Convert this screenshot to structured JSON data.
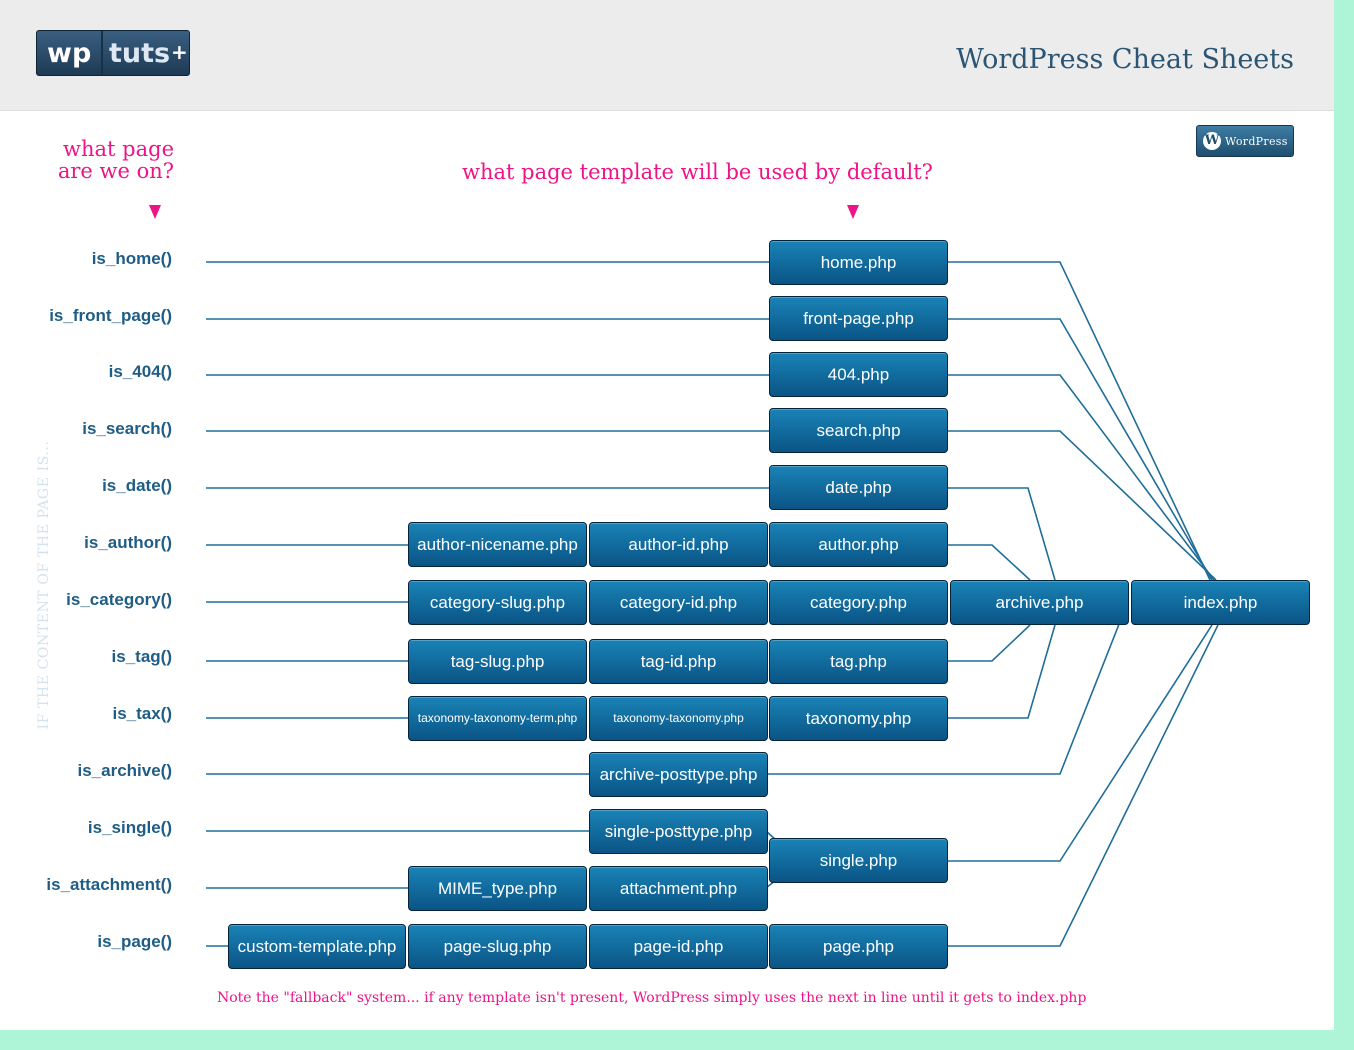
{
  "header": {
    "logo": {
      "wp": "wp",
      "tuts": "tuts",
      "plus": "+"
    },
    "title": "WordPress Cheat Sheets",
    "badge": {
      "w": "W",
      "text": "WordPress"
    }
  },
  "questions": {
    "left_line1": "what page",
    "left_line2": "are we on?",
    "mid": "what page template will be used by default?"
  },
  "vertical_label": "IF THE CONTENT OF THE PAGE IS...",
  "conditions": [
    "is_home()",
    "is_front_page()",
    "is_404()",
    "is_search()",
    "is_date()",
    "is_author()",
    "is_category()",
    "is_tag()",
    "is_tax()",
    "is_archive()",
    "is_single()",
    "is_attachment()",
    "is_page()"
  ],
  "templates": {
    "home": "home.php",
    "front_page": "front-page.php",
    "notfound": "404.php",
    "search": "search.php",
    "date": "date.php",
    "author_nicename": "author-nicename.php",
    "author_id": "author-id.php",
    "author": "author.php",
    "category_slug": "category-slug.php",
    "category_id": "category-id.php",
    "category": "category.php",
    "archive": "archive.php",
    "index": "index.php",
    "tag_slug": "tag-slug.php",
    "tag_id": "tag-id.php",
    "tag": "tag.php",
    "tax_term": "taxonomy-taxonomy-term.php",
    "tax_tax": "taxonomy-taxonomy.php",
    "taxonomy": "taxonomy.php",
    "archive_posttype": "archive-posttype.php",
    "single_posttype": "single-posttype.php",
    "single": "single.php",
    "mime": "MIME_type.php",
    "attachment": "attachment.php",
    "custom_template": "custom-template.php",
    "page_slug": "page-slug.php",
    "page_id": "page-id.php",
    "page": "page.php"
  },
  "note": "Note the \"fallback\" system... if any template isn't present, WordPress simply uses the next in line until it gets to index.php",
  "colors": {
    "accent": "#ec1487",
    "node": "#0a5485",
    "wire": "#1f6e99",
    "label": "#1f5d86"
  }
}
